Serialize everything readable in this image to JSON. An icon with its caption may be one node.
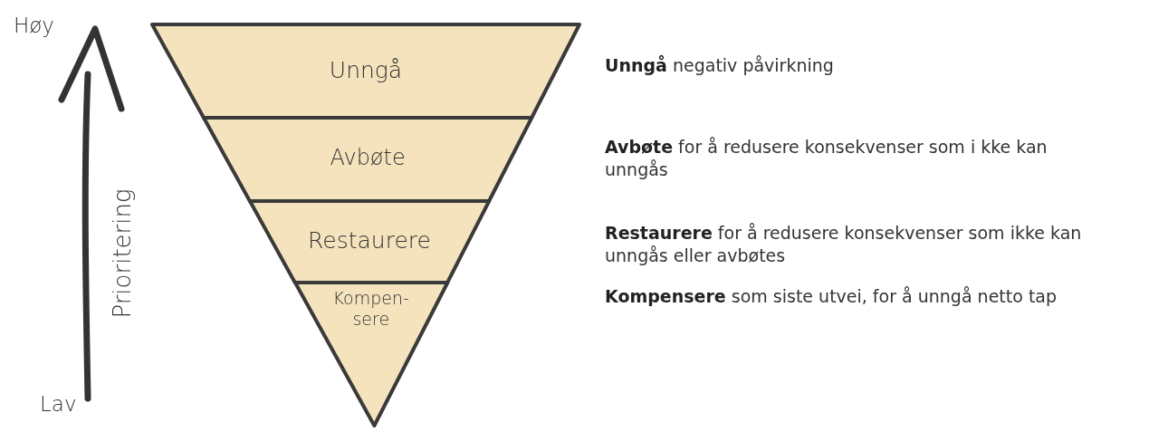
{
  "diagram": {
    "nodes": [
      {
        "text": [
          "Unngå"
        ]
      },
      {
        "text": [
          "Avbøte"
        ]
      },
      {
        "text": [
          "Restaurere"
        ]
      },
      {
        "text": [
          "Kompen- sere"
        ]
      }
    ],
    "edges": [],
    "labels": [
      "Høy",
      "Prioritering",
      "Lav",
      "**Unngå** negativ påvirkning",
      "**Avbøte** for å redusere konsekvenser som i kke kan unngås",
      "**Restaurere** for å redusere konsekvenser som ikke kan unngås eller avbøtes",
      "**Kompensere** som siste utvei, for å unngå netto tap"
    ]
  }
}
